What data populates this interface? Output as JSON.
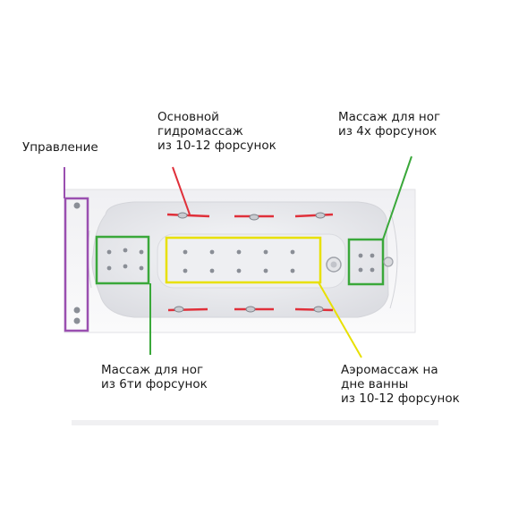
{
  "labels": {
    "control": [
      "Управление"
    ],
    "main_hydro": [
      "Основной",
      "гидромассаж",
      "из 10-12 форсунок"
    ],
    "foot_massage_4": [
      "Массаж для ног",
      "из 4х форсунок"
    ],
    "foot_massage_6": [
      "Массаж для ног",
      "из 6ти форсунок"
    ],
    "aero_massage": [
      "Аэромассаж на",
      "дне ванны",
      "из 10-12 форсунок"
    ]
  },
  "colors": {
    "control": "#9a4fb0",
    "hydro": "#e0303a",
    "foot": "#3aa83a",
    "aero": "#e8e000",
    "tub_rim": "#f4f4f6",
    "tub_inner": "#e9eaee",
    "jet": "#8a8e96"
  }
}
